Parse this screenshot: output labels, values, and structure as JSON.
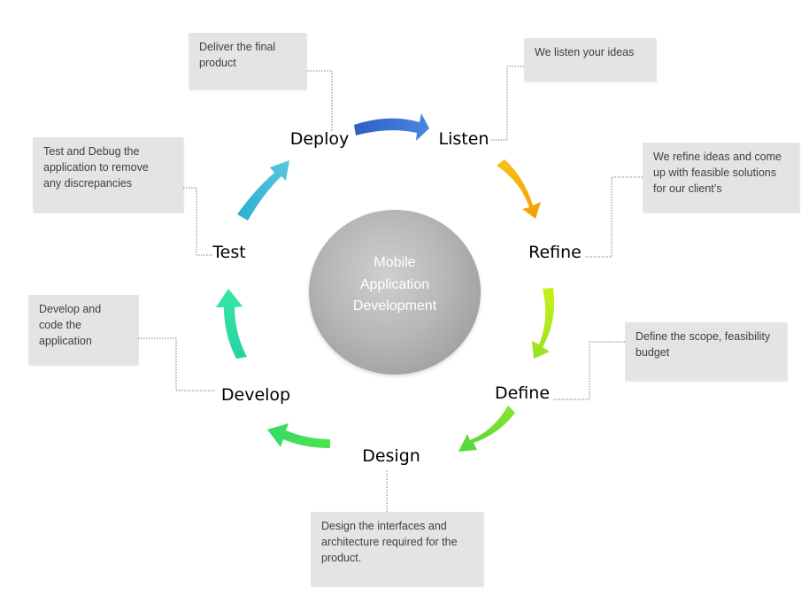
{
  "center": {
    "label": "Mobile\nApplication\nDevelopment"
  },
  "stages": {
    "deploy": "Deploy",
    "listen": "Listen",
    "refine": "Refine",
    "define": "Define",
    "design": "Design",
    "develop": "Develop",
    "test": "Test"
  },
  "notes": {
    "deploy": "Deliver the final\nproduct",
    "listen": "We listen your ideas",
    "refine": "We refine ideas and come\nup with feasible solutions\nfor our client’s",
    "define": "Define the scope, feasibility\nbudget",
    "design": "Design the interfaces and\narchitecture required for the\nproduct.",
    "develop": "Develop and\ncode the\napplication",
    "test": "Test and Debug the\napplication to remove\nany discrepancies"
  },
  "colors": {
    "deploy_listen": "#3b6fd0",
    "listen_refine": "#f7b500",
    "refine_define": "#b7ec1c",
    "define_design": "#66e02a",
    "design_develop": "#3fe05a",
    "develop_test": "#29dea0",
    "test_deploy": "#2fb3cf",
    "connector": "#7f7f7f",
    "note_bg": "#e4e4e4"
  },
  "icons": [
    "curved-arrow-icon"
  ]
}
